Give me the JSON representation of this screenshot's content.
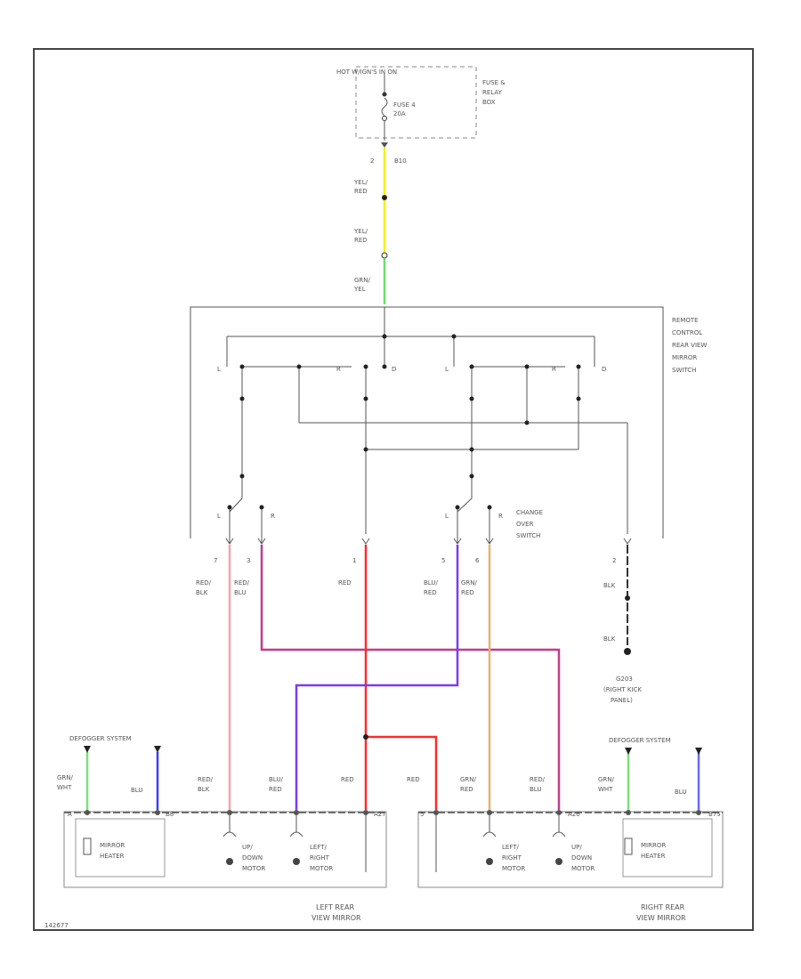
{
  "power": {
    "hot_label": "HOT W/IGN'S IN ON",
    "fuse_label": "FUSE 4",
    "fuse_rating": "20A",
    "box_label": [
      "FUSE &",
      "RELAY",
      "BOX"
    ],
    "pin_num": "2",
    "pin_name": "B10",
    "wire1": [
      "YEL/",
      "RED"
    ],
    "wire2": [
      "YEL/",
      "RED"
    ],
    "wire3": [
      "GRN/",
      "YEL"
    ]
  },
  "switch": {
    "remote_label": [
      "REMOTE",
      "CONTROL",
      "REAR VIEW",
      "MIRROR",
      "SWITCH"
    ],
    "changeover_label": [
      "CHANGE",
      "OVER",
      "SWITCH"
    ],
    "left_terms": [
      "L",
      "R",
      "D"
    ],
    "right_terms": [
      "L",
      "R",
      "D"
    ],
    "co_left": [
      "L",
      "R"
    ],
    "co_right": [
      "L",
      "R"
    ]
  },
  "wires": {
    "w1": {
      "pin": "7",
      "color": [
        "RED/",
        "BLK"
      ]
    },
    "w2": {
      "pin": "3",
      "color": [
        "RED/",
        "BLU"
      ]
    },
    "w3": {
      "pin": "1",
      "color": [
        "RED"
      ]
    },
    "w4": {
      "pin": "5",
      "color": [
        "BLU/",
        "RED"
      ]
    },
    "w5": {
      "pin": "6",
      "color": [
        "GRN/",
        "RED"
      ]
    },
    "gnd": {
      "pin": "2",
      "color1": [
        "BLK"
      ],
      "color2": [
        "BLK"
      ],
      "label": [
        "G203",
        "(RIGHT KICK",
        "PANEL)"
      ]
    }
  },
  "left_mirror": {
    "defogger": "DEFOGGER SYSTEM",
    "heater_wire1": [
      "GRN/",
      "WHT"
    ],
    "heater_wire2": [
      "BLU"
    ],
    "m_wire1": [
      "RED/",
      "BLK"
    ],
    "m_wire2": [
      "BLU/",
      "RED"
    ],
    "m_wire3": [
      "RED"
    ],
    "conn_a": "A",
    "conn_b": "B8",
    "conn_c": "A27",
    "heater": [
      "MIRROR",
      "HEATER"
    ],
    "motor1": [
      "UP/",
      "DOWN",
      "MOTOR"
    ],
    "motor2": [
      "LEFT/",
      "RIGHT",
      "MOTOR"
    ],
    "title": [
      "LEFT REAR",
      "VIEW MIRROR"
    ]
  },
  "right_mirror": {
    "defogger": "DEFOGGER SYSTEM",
    "heater_wire1": [
      "GRN/",
      "WHT"
    ],
    "heater_wire2": [
      "BLU"
    ],
    "m_wire1": [
      "RED"
    ],
    "m_wire2": [
      "GRN/",
      "RED"
    ],
    "m_wire3": [
      "RED/",
      "BLU"
    ],
    "conn_a": "5",
    "conn_b": "A26",
    "conn_c": "B75",
    "heater": [
      "MIRROR",
      "HEATER"
    ],
    "motor1": [
      "LEFT/",
      "RIGHT",
      "MOTOR"
    ],
    "motor2": [
      "UP/",
      "DOWN",
      "MOTOR"
    ],
    "title": [
      "RIGHT REAR",
      "VIEW MIRROR"
    ]
  },
  "footer_code": "142677"
}
